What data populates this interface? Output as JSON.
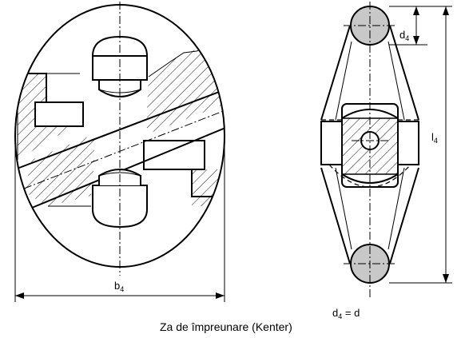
{
  "labels": {
    "b4": {
      "main": "b",
      "sub": "4"
    },
    "d4": {
      "main": "d",
      "sub": "4"
    },
    "l4": {
      "main": "l",
      "sub": "4"
    },
    "d4_eq": {
      "main": "d",
      "sub": "4",
      "suffix": " = d"
    }
  },
  "caption": "Za de împreunare (Kenter)",
  "colors": {
    "line": "#000000",
    "ball_fill": "#c8c8c8",
    "background": "#ffffff"
  }
}
